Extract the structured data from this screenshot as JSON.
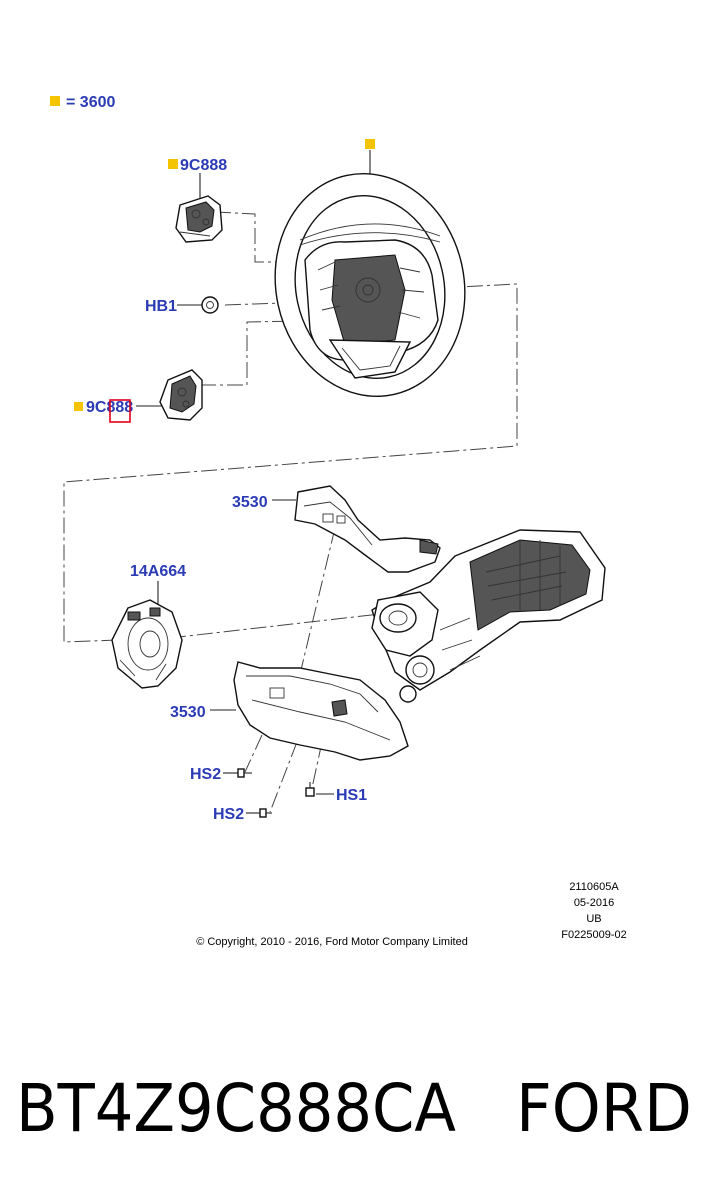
{
  "legend": {
    "equals_label": "= 3600"
  },
  "colors": {
    "label_blue": "#2b3bb5",
    "marker_yellow": "#f5c400",
    "highlight_red": "#e0001b",
    "line": "#222222"
  },
  "callouts": {
    "switch_upper": "9C888",
    "switch_lower": "9C888",
    "hb1": "HB1",
    "cover_upper": "3530",
    "cover_lower": "3530",
    "clockspring": "14A664",
    "hs2_a": "HS2",
    "hs1": "HS1",
    "hs2_b": "HS2"
  },
  "meta": {
    "line1": "2110605A",
    "line2": "05-2016",
    "line3": "UB",
    "line4": "F0225009-02",
    "copyright": "© Copyright, 2010 - 2016, Ford Motor Company Limited"
  },
  "footer": {
    "part_number": "BT4Z9C888CA",
    "brand": "FORD"
  }
}
